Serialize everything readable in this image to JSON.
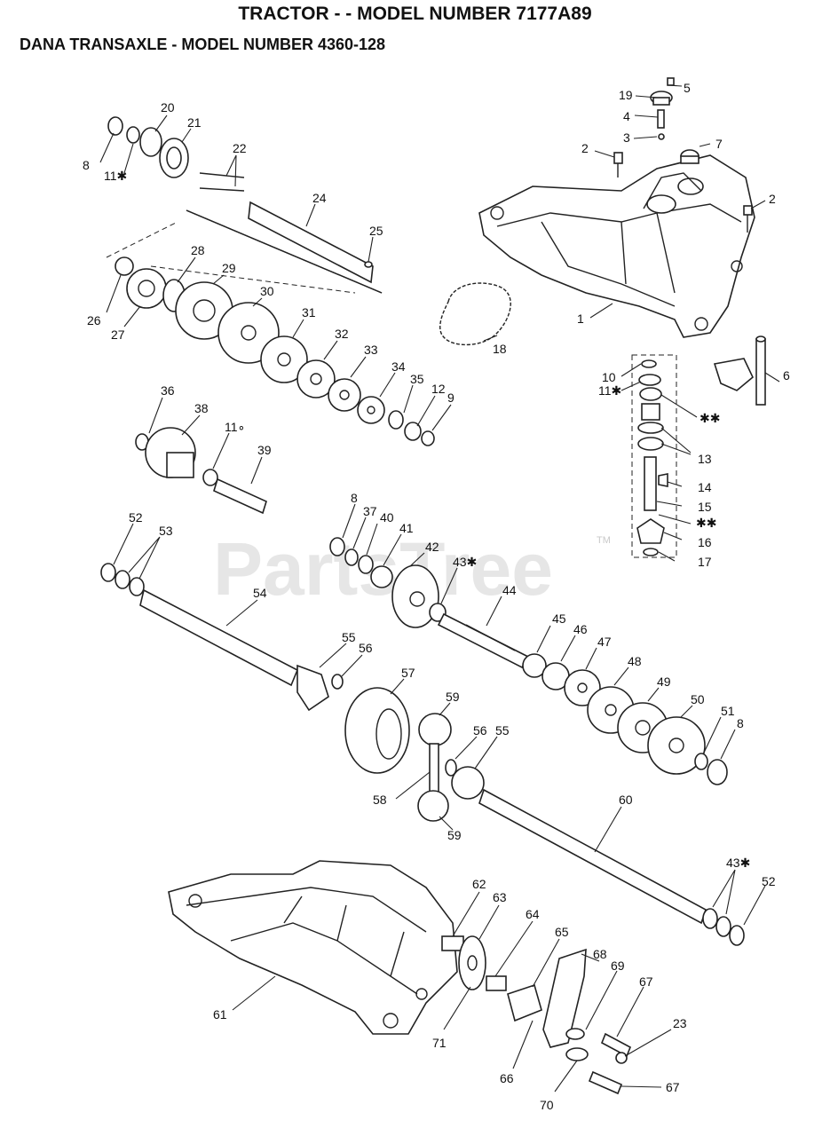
{
  "header": {
    "title": "TRACTOR - - MODEL NUMBER 7177A89",
    "subtitle": "DANA TRANSAXLE - MODEL NUMBER 4360-128"
  },
  "watermark": {
    "text": "PartsTree",
    "tm": "TM"
  },
  "callouts": {
    "c1": "1",
    "c2a": "2",
    "c2b": "2",
    "c3": "3",
    "c4": "4",
    "c5": "5",
    "c6": "6",
    "c7": "7",
    "c8a": "8",
    "c8b": "8",
    "c8c": "8",
    "c9": "9",
    "c10": "10",
    "c11a": "11✱",
    "c11b": "11✱",
    "c11c": "11∘",
    "c12": "12",
    "c13": "13",
    "c14": "14",
    "c15": "15",
    "c16": "16",
    "c17": "17",
    "c18": "18",
    "c19": "19",
    "c20": "20",
    "c21": "21",
    "c22": "22",
    "c23": "23",
    "c24": "24",
    "c25": "25",
    "c26": "26",
    "c27": "27",
    "c28": "28",
    "c29": "29",
    "c30": "30",
    "c31": "31",
    "c32": "32",
    "c33": "33",
    "c34": "34",
    "c35": "35",
    "c36": "36",
    "c37": "37",
    "c38": "38",
    "c39": "39",
    "c40": "40",
    "c41": "41",
    "c42": "42",
    "c43a": "43✱",
    "c43b": "43✱",
    "c44": "44",
    "c45": "45",
    "c46": "46",
    "c47": "47",
    "c48": "48",
    "c49": "49",
    "c50": "50",
    "c51": "51",
    "c52a": "52",
    "c52b": "52",
    "c53": "53",
    "c54": "54",
    "c55a": "55",
    "c55b": "55",
    "c56a": "56",
    "c56b": "56",
    "c57": "57",
    "c58": "58",
    "c59a": "59",
    "c59b": "59",
    "c60": "60",
    "c61": "61",
    "c62": "62",
    "c63": "63",
    "c64": "64",
    "c65": "65",
    "c66": "66",
    "c67a": "67",
    "c67b": "67",
    "c68": "68",
    "c69": "69",
    "c70": "70",
    "c71": "71",
    "star1": "✱✱",
    "star2": "✱✱"
  }
}
